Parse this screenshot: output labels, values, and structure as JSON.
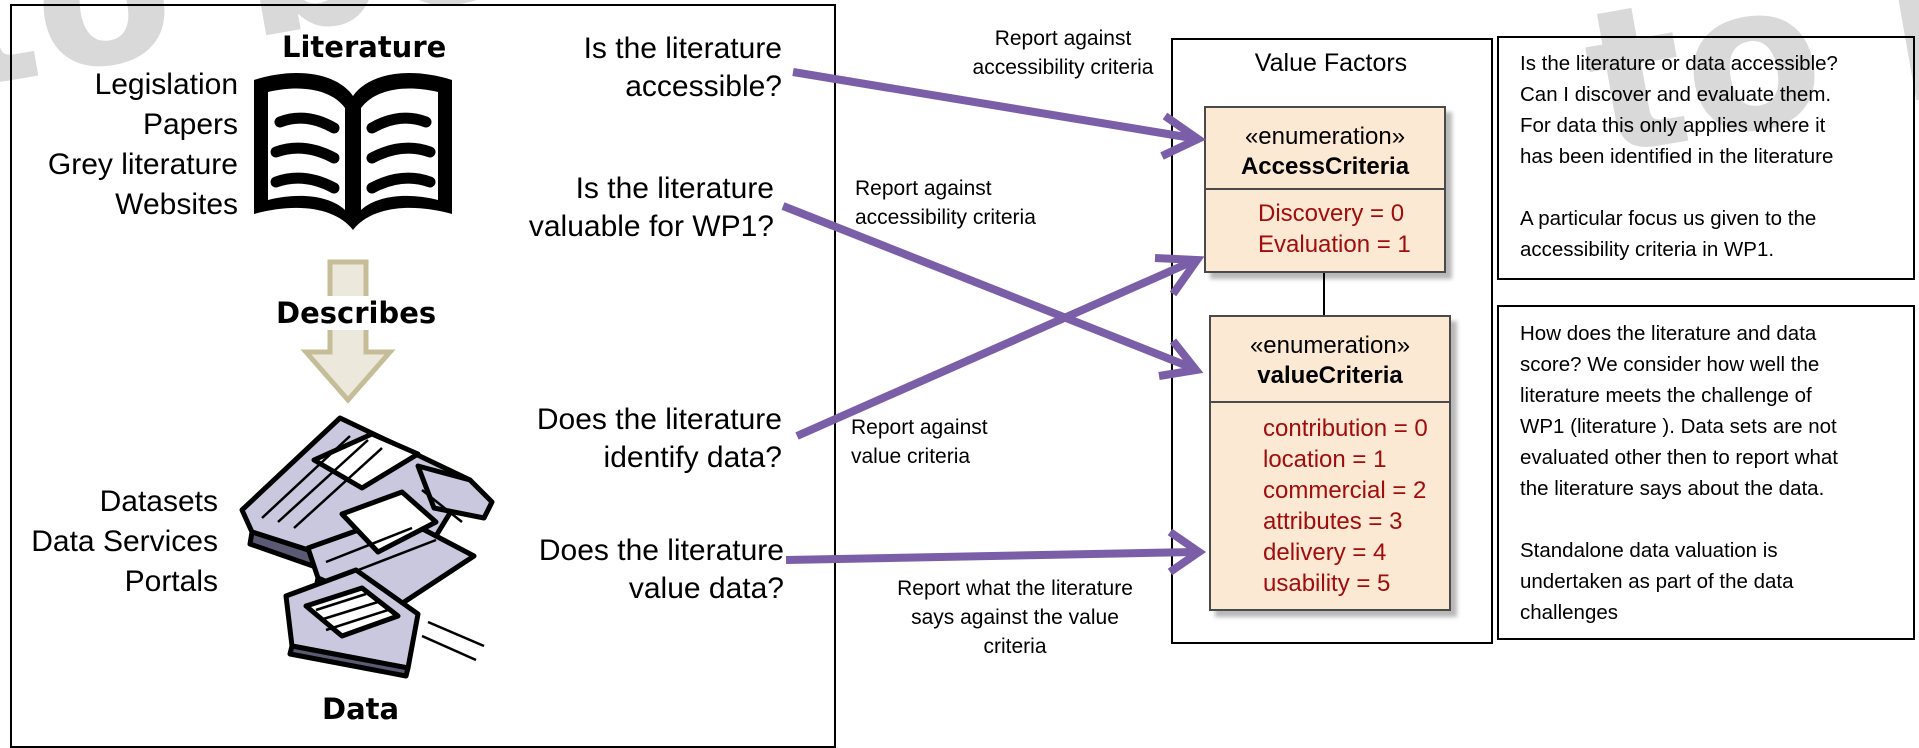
{
  "watermark": "to be authorised",
  "watermark_right": "to be",
  "source_panel": {
    "literature_title": "Literature",
    "literature_items": [
      "Legislation",
      "Papers",
      "Grey literature",
      "Websites"
    ],
    "describes_label": "Describes",
    "data_title": "Data",
    "data_items": [
      "Datasets",
      "Data Services",
      "Portals"
    ],
    "icons": [
      "open-book-icon",
      "floppy-disks-icon",
      "down-arrow-icon"
    ]
  },
  "questions": [
    {
      "line1": "Is the literature",
      "line2": "accessible?"
    },
    {
      "line1": "Is the literature",
      "line2": "valuable for WP1?"
    },
    {
      "line1": "Does the literature",
      "line2": "identify data?"
    },
    {
      "line1": "Does the literature",
      "line2": "value data?"
    }
  ],
  "reports": [
    {
      "line1": "Report against",
      "line2": "accessibility criteria"
    },
    {
      "line1": "Report  against",
      "line2": "accessibility criteria"
    },
    {
      "line1": "Report against",
      "line2": "value criteria"
    },
    {
      "line1": "Report what the literature",
      "line2": "says against the value",
      "line3": "criteria"
    }
  ],
  "value_factors": {
    "title": "Value Factors",
    "access": {
      "stereotype": "«enumeration»",
      "name": "AccessCriteria",
      "values": [
        "Discovery = 0",
        "Evaluation = 1"
      ]
    },
    "value": {
      "stereotype": "«enumeration»",
      "name": "valueCriteria",
      "values": [
        "contribution = 0",
        "location = 1",
        "commercial = 2",
        "attributes = 3",
        "delivery = 4",
        "usability = 5"
      ]
    }
  },
  "notes": {
    "top": [
      "Is the literature or data accessible?",
      "Can I discover and evaluate them.",
      "For data this only applies where it",
      "has been identified in the literature",
      "",
      "A particular focus us given to the",
      "accessibility criteria in WP1."
    ],
    "bottom": [
      "How does the literature and data",
      "score?  We consider how well the",
      "literature meets the challenge of",
      "WP1 (literature ).  Data sets are not",
      "evaluated other then to report what",
      "the literature says about the data.",
      "",
      "Standalone data valuation is",
      "undertaken as part of the data",
      "challenges"
    ]
  },
  "colors": {
    "arrow": "#7b5ea8",
    "attribute_text": "#a10c0c",
    "uml_fill": "#fbe9d3",
    "describes_arrow_fill": "#ece9dc",
    "describes_arrow_stroke": "#c4bd98",
    "watermark": "#d9d9d9"
  }
}
